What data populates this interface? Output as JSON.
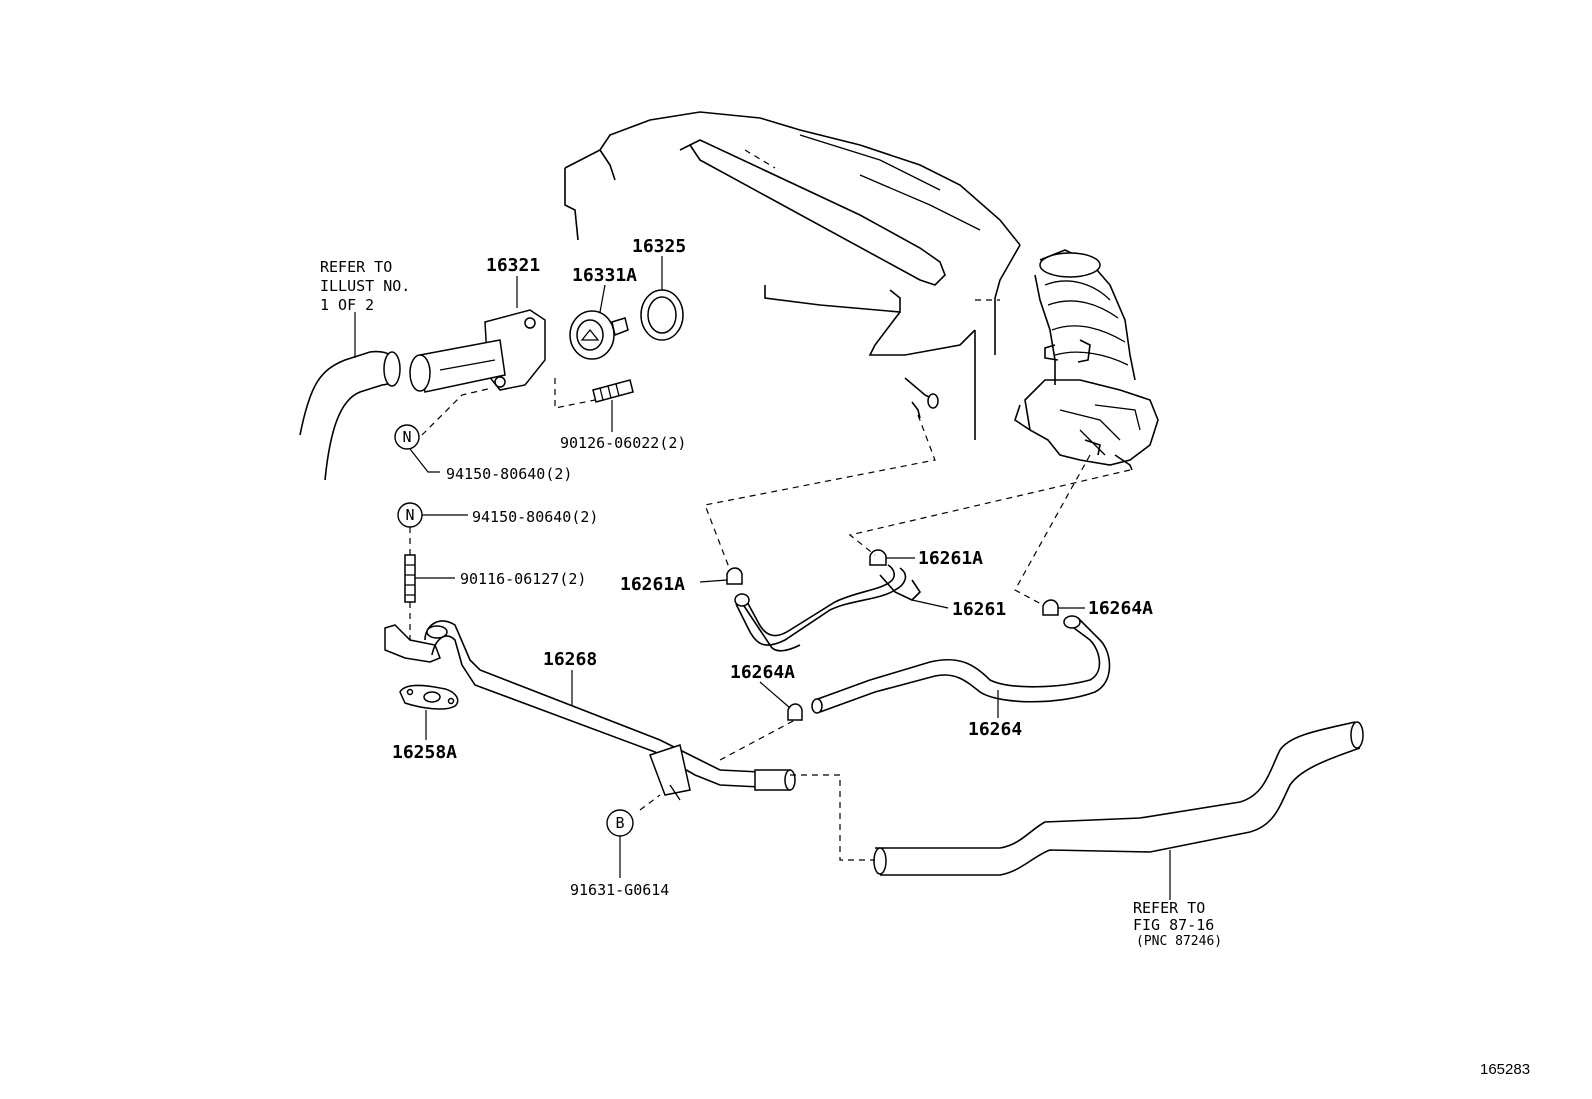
{
  "labels": {
    "p16321": "16321",
    "p16331A": "16331A",
    "p16325": "16325",
    "p90126": "90126-06022(2)",
    "p94150_top": "94150-80640(2)",
    "p94150_mid": "94150-80640(2)",
    "p90116": "90116-06127(2)",
    "p16268": "16268",
    "p16258A": "16258A",
    "p91631": "91631-G0614",
    "p16261A_left": "16261A",
    "p16261A_right": "16261A",
    "p16261": "16261",
    "p16264A_right": "16264A",
    "p16264A_left": "16264A",
    "p16264": "16264",
    "illust_no": "165283"
  },
  "badges": {
    "n_top": "N",
    "n_mid": "N",
    "b_bolt": "B"
  },
  "notes": {
    "refer_illust": [
      "REFER TO",
      "ILLUST NO.",
      "1 OF 2"
    ],
    "refer_fig": [
      "REFER TO",
      "FIG 87-16",
      "(PNC 87246)"
    ]
  }
}
